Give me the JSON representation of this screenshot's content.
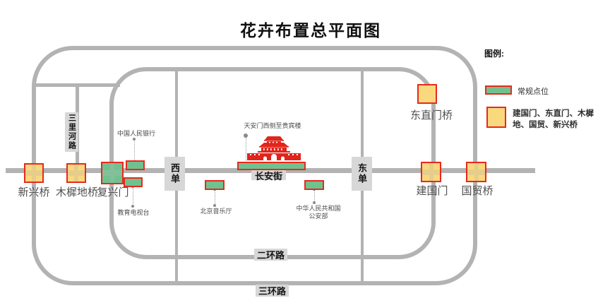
{
  "title": "花卉布置总平面图",
  "map": {
    "road_labels": {
      "changanjie": "长安街",
      "erhuanlu": "二环路",
      "sanhuanlu": "三环路",
      "sanlihelu": "三里河路",
      "xidan": "西单",
      "dongdan": "东单"
    },
    "bridge_markers": [
      {
        "name": "新兴桥",
        "type": "yellow"
      },
      {
        "name": "木樨地桥",
        "type": "yellow"
      },
      {
        "name": "复兴门",
        "type": "green"
      },
      {
        "name": "建国门",
        "type": "yellow"
      },
      {
        "name": "国贸桥",
        "type": "yellow"
      },
      {
        "name": "东直门桥",
        "type": "yellow"
      }
    ],
    "regular_points": [
      {
        "name": "中国人民银行"
      },
      {
        "name": "教育电视台"
      },
      {
        "name": "天安门西侧至贵宾楼"
      },
      {
        "name": "北京音乐厅"
      },
      {
        "name_line1": "中华人民共和国",
        "name_line2": "公安部"
      }
    ]
  },
  "legend": {
    "heading": "图例:",
    "regular_label": "常规点位",
    "special_label": "建国门、东直门、木樨地、国贸、新兴桥"
  },
  "colors": {
    "road_gray": "#b3b3b3",
    "regular_point_fill": "#6fc28f",
    "special_point_fill": "#fad97e",
    "point_border": "#e8291c",
    "landmark_red": "#e0251b"
  }
}
